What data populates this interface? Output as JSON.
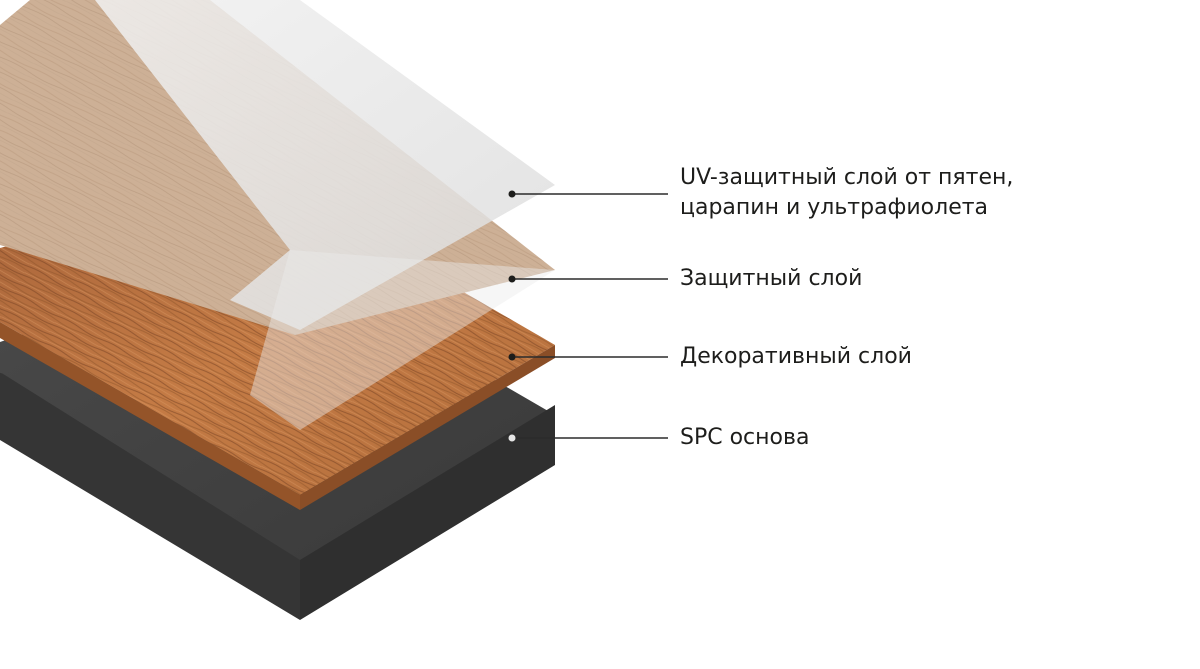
{
  "layers": [
    {
      "id": "uv",
      "label_lines": [
        "UV-защитный слой от пятен,",
        "царапин и ультрафиолета"
      ],
      "color": "#e6e6e6"
    },
    {
      "id": "wear",
      "label_lines": [
        "Защитный слой"
      ],
      "color": "#ececec"
    },
    {
      "id": "decor",
      "label_lines": [
        "Декоративный слой"
      ],
      "color": "#b86a35"
    },
    {
      "id": "spc",
      "label_lines": [
        "SPC основа"
      ],
      "color": "#3d3d3d"
    }
  ],
  "colors": {
    "leader_line": "#2b2b2b",
    "text": "#1d1d1b",
    "wood_light": "#c9a384",
    "wood_grain_dark": "#7a4a26",
    "spc_top": "#3f3f3f",
    "spc_side": "#2e2e2e"
  }
}
